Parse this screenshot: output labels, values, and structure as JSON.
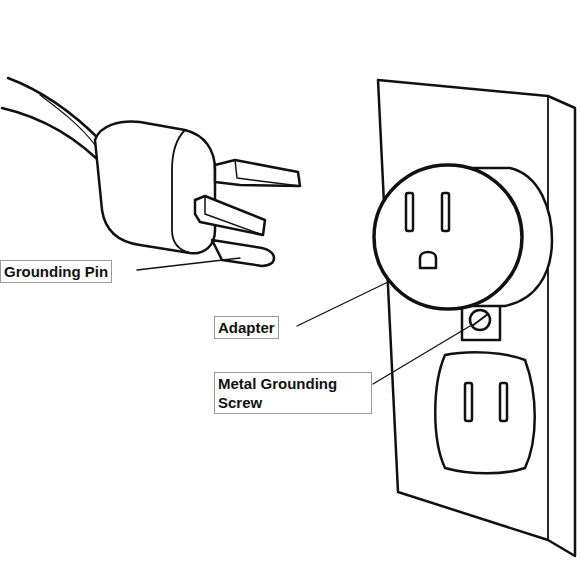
{
  "diagram": {
    "labels": [
      "Grounding Pin",
      "Adapter",
      "Metal Grounding Screw"
    ]
  }
}
